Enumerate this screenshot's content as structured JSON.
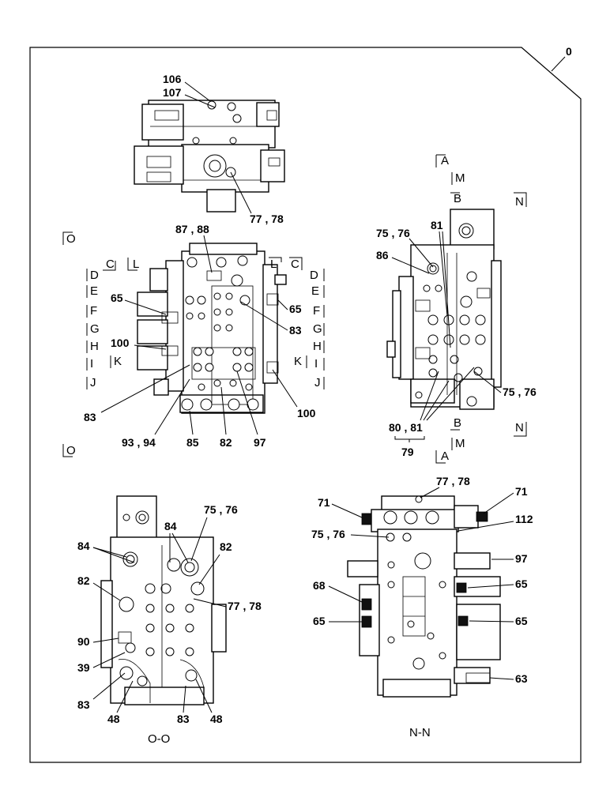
{
  "sheet_ref": "0",
  "section_labels": [
    "A",
    "M",
    "B",
    "N",
    "O",
    "C",
    "L",
    "D",
    "E",
    "F",
    "G",
    "H",
    "I",
    "J",
    "K"
  ],
  "view_captions": {
    "o_o": "O-O",
    "n_n": "N-N"
  },
  "callouts": {
    "c106": "106",
    "c107": "107",
    "c77_78_top": "77 , 78",
    "c87_88": "87 , 88",
    "c65_l": "65",
    "c65_r": "65",
    "c83_r": "83",
    "c100_l": "100",
    "c100_r": "100",
    "c83_l": "83",
    "c93_94": "93 , 94",
    "c85": "85",
    "c82": "82",
    "c97": "97",
    "c81": "81",
    "c75_76_a": "75 , 76",
    "c86": "86",
    "c75_76_b": "75 , 76",
    "c80_81": "80 , 81",
    "c79": "79",
    "c84_a": "84",
    "c75_76_c": "75 , 76",
    "c84_b": "84",
    "c82_a": "82",
    "c82_b": "82",
    "c77_78_o": "77 , 78",
    "c90": "90",
    "c39": "39",
    "c83_o1": "83",
    "c48_a": "48",
    "c83_o2": "83",
    "c48_b": "48",
    "c77_78_n": "77 , 78",
    "c71_a": "71",
    "c71_b": "71",
    "c112": "112",
    "c75_76_n": "75 , 76",
    "c97_n": "97",
    "c68": "68",
    "c65_n1": "65",
    "c65_n2": "65",
    "c65_n3": "65",
    "c63": "63"
  }
}
